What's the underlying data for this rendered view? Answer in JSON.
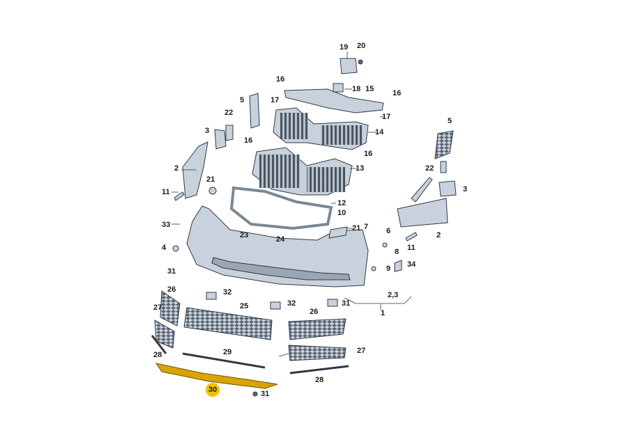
{
  "labels": {
    "p19": "19",
    "p20": "20",
    "p16a": "16",
    "p18": "18",
    "p15": "15",
    "p16b": "16",
    "p5a": "5",
    "p17a": "17",
    "p17b": "17",
    "p22a": "22",
    "p14": "14",
    "p5b": "5",
    "p3a": "3",
    "p16c": "16",
    "p16d": "16",
    "p2a": "2",
    "p13": "13",
    "p22b": "22",
    "p3b": "3",
    "p21a": "21",
    "p11a": "11",
    "p12": "12",
    "p10": "10",
    "p33": "33",
    "p21b": "21",
    "p7": "7",
    "p6": "6",
    "p23": "23",
    "p24": "24",
    "p2b": "2",
    "p8": "8",
    "p11b": "11",
    "p4": "4",
    "p9": "9",
    "p34": "34",
    "p31a": "31",
    "p23b": "2,3",
    "p1": "1",
    "p26a": "26",
    "p32a": "32",
    "p25": "25",
    "p32b": "32",
    "p26b": "26",
    "p31b": "31",
    "p27a": "27",
    "p29": "29",
    "p27b": "27",
    "p28a": "28",
    "p28b": "28",
    "p30": "30",
    "p31c": "31"
  },
  "highlight_color": "#f2c200",
  "part_fill": "#c9d2dc",
  "outline_color": "#2d3a45"
}
